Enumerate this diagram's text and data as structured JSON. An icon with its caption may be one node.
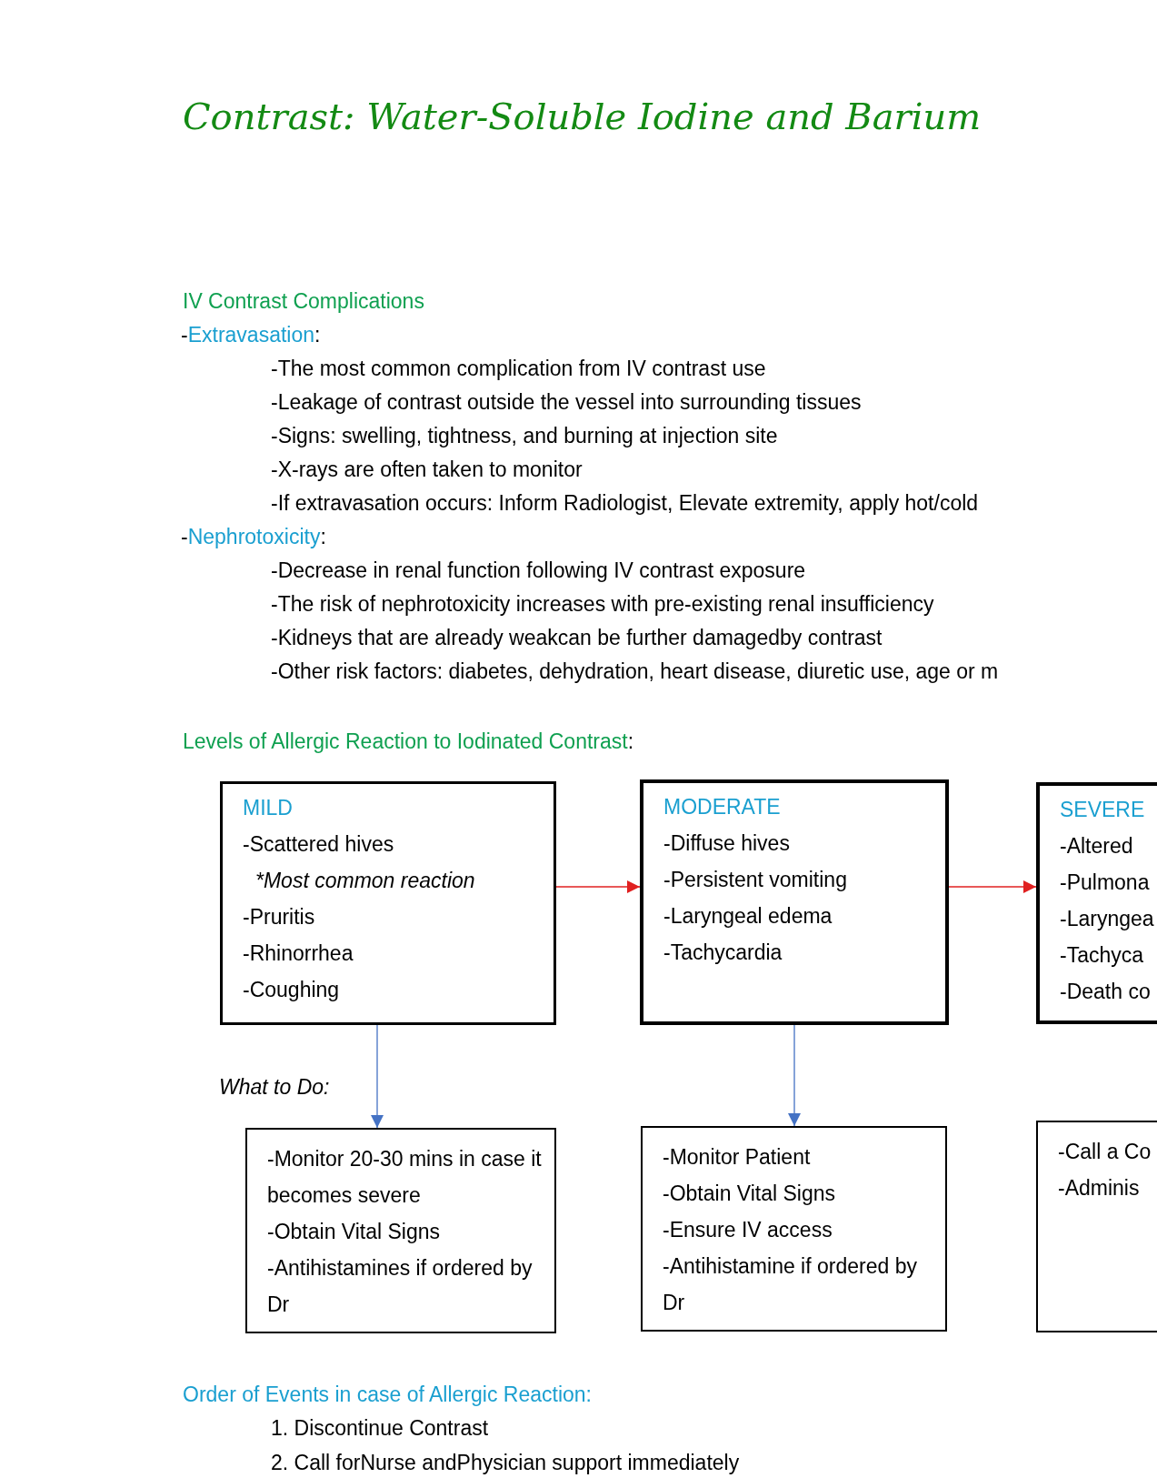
{
  "diagram": {
    "title": "Contrast: Water-Soluble Iodine and Barium",
    "nodes": [
      {
        "text": [
          "MILD",
          "-Scattered hives",
          "*Most common reaction",
          "-Pruritis",
          "-Rhinorrhea",
          "-Coughing"
        ]
      },
      {
        "text": [
          "MODERATE",
          "-Diffuse hives",
          "-Persistent vomiting",
          "-Laryngeal edema",
          "-Tachycardia"
        ]
      },
      {
        "text": [
          "SEVERE",
          "-Altered",
          "-Pulmona",
          "-Laryngea",
          "-Tachyca",
          "-Death co"
        ]
      },
      {
        "text": [
          "-Monitor 20-30 mins in case it becomes severe",
          "-Obtain Vital Signs",
          "-Antihistamines if ordered by Dr"
        ]
      },
      {
        "text": [
          "-Monitor Patient",
          "-Obtain Vital Signs",
          "-Ensure IV access",
          "-Antihistamine if ordered by Dr"
        ]
      },
      {
        "text": [
          "-Call a Co",
          "-Adminis"
        ]
      }
    ],
    "edges": [
      {
        "from": 0,
        "to": 1,
        "arrow": "to",
        "color": "#e02020"
      },
      {
        "from": 1,
        "to": 2,
        "arrow": "to",
        "color": "#e02020"
      },
      {
        "from": 0,
        "to": 3,
        "arrow": "to",
        "color": "#4472c4"
      },
      {
        "from": 1,
        "to": 4,
        "arrow": "to",
        "color": "#4472c4"
      }
    ],
    "labels": [
      "IV Contrast Complications",
      "-Extravasation:",
      "-The most common complication from IV contrast use",
      "-Leakage of contrast outside the vessel into surrounding tissues",
      "-Signs: swelling, tightness, and burning at injection site",
      "-X-rays are often taken to monitor",
      "-If extravasation occurs: Inform Radiologist, Elevate extremity, apply hot/cold",
      "-Nephrotoxicity:",
      "-Decrease in renal function following IV contrast exposure",
      "-The risk of nephrotoxicity increases with pre-existing renal insufficiency",
      "-Kidneys that are already weakcan be further damagedby contrast",
      "-Other risk factors: diabetes, dehydration, heart disease, diuretic use, age or m",
      "Levels of Allergic Reaction to Iodinated Contrast:",
      "What to Do:",
      "Order of Events in case of Allergic Reaction:",
      "1. Discontinue Contrast",
      "2. Call forNurse andPhysician support immediately"
    ]
  }
}
